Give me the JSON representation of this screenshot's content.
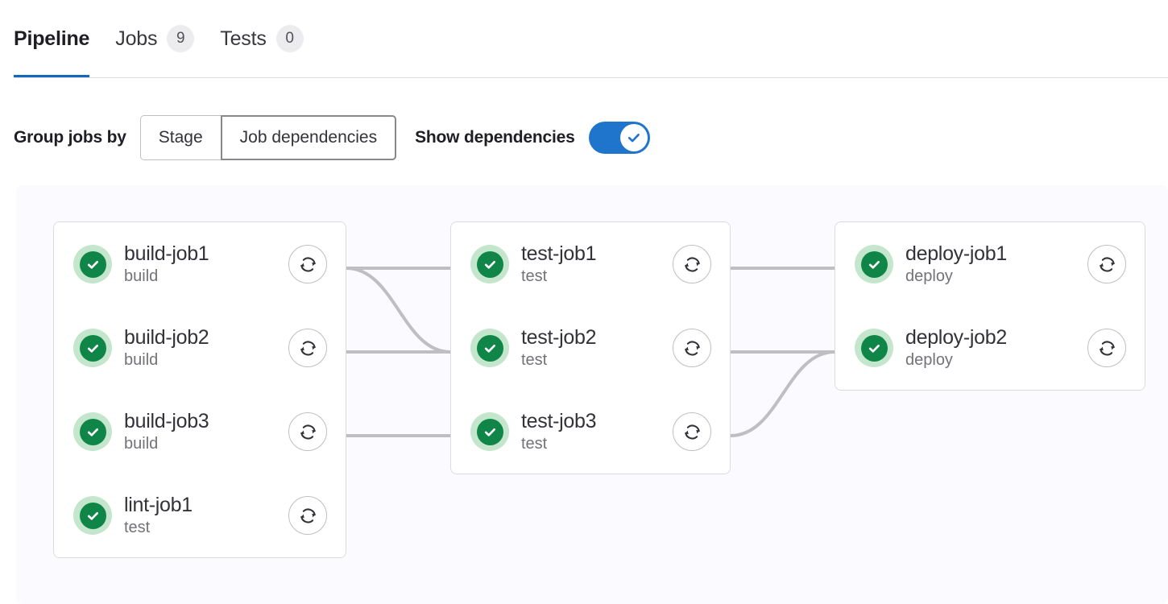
{
  "tabs": [
    {
      "label": "Pipeline",
      "badge": null,
      "active": true
    },
    {
      "label": "Jobs",
      "badge": "9",
      "active": false
    },
    {
      "label": "Tests",
      "badge": "0",
      "active": false
    }
  ],
  "controls": {
    "group_label": "Group jobs by",
    "group_options": [
      {
        "label": "Stage",
        "selected": false
      },
      {
        "label": "Job dependencies",
        "selected": true
      }
    ],
    "dependencies_label": "Show dependencies",
    "dependencies_toggle_on": true
  },
  "colors": {
    "accent_blue": "#1f75cb",
    "tab_underline": "#1068bf",
    "success_green": "#108548",
    "success_green_light": "#c3e6cd",
    "canvas_bg": "#fafaff",
    "card_border": "#dcdcde",
    "link_line": "#bfbfc3",
    "muted_text": "#737278"
  },
  "pipeline": {
    "columns": [
      {
        "name": "column-1",
        "jobs": [
          {
            "name": "build-job1",
            "stage": "build",
            "status": "success",
            "status_icon": "check-circle-icon",
            "action_icon": "retry-icon"
          },
          {
            "name": "build-job2",
            "stage": "build",
            "status": "success",
            "status_icon": "check-circle-icon",
            "action_icon": "retry-icon"
          },
          {
            "name": "build-job3",
            "stage": "build",
            "status": "success",
            "status_icon": "check-circle-icon",
            "action_icon": "retry-icon"
          },
          {
            "name": "lint-job1",
            "stage": "test",
            "status": "success",
            "status_icon": "check-circle-icon",
            "action_icon": "retry-icon"
          }
        ]
      },
      {
        "name": "column-2",
        "jobs": [
          {
            "name": "test-job1",
            "stage": "test",
            "status": "success",
            "status_icon": "check-circle-icon",
            "action_icon": "retry-icon"
          },
          {
            "name": "test-job2",
            "stage": "test",
            "status": "success",
            "status_icon": "check-circle-icon",
            "action_icon": "retry-icon"
          },
          {
            "name": "test-job3",
            "stage": "test",
            "status": "success",
            "status_icon": "check-circle-icon",
            "action_icon": "retry-icon"
          }
        ]
      },
      {
        "name": "column-3",
        "jobs": [
          {
            "name": "deploy-job1",
            "stage": "deploy",
            "status": "success",
            "status_icon": "check-circle-icon",
            "action_icon": "retry-icon"
          },
          {
            "name": "deploy-job2",
            "stage": "deploy",
            "status": "success",
            "status_icon": "check-circle-icon",
            "action_icon": "retry-icon"
          }
        ]
      }
    ],
    "dependencies": [
      {
        "from": "build-job1",
        "to": "test-job1"
      },
      {
        "from": "build-job1",
        "to": "test-job2"
      },
      {
        "from": "build-job2",
        "to": "test-job2"
      },
      {
        "from": "build-job3",
        "to": "test-job3"
      },
      {
        "from": "test-job1",
        "to": "deploy-job1"
      },
      {
        "from": "test-job2",
        "to": "deploy-job2"
      },
      {
        "from": "test-job3",
        "to": "deploy-job2"
      }
    ]
  }
}
